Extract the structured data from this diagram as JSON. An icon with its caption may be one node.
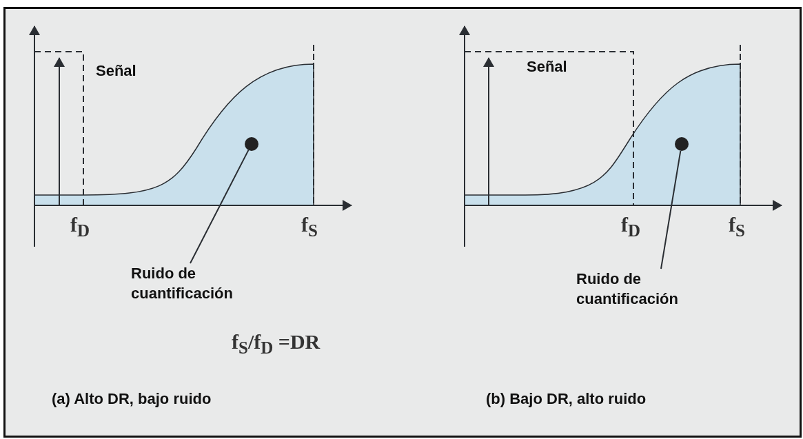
{
  "diagram": {
    "nodes": [
      {
        "text": [
          "Ruido de cuantificación"
        ]
      },
      {
        "text": [],
        "shape": "circle"
      },
      {
        "text": [
          "Ruido de cuantificación"
        ]
      },
      {
        "text": [],
        "shape": "circle"
      }
    ],
    "edges": [
      {
        "from": 0,
        "to": 1,
        "arrow": "none"
      },
      {
        "from": 2,
        "to": 3,
        "arrow": "none"
      }
    ],
    "labels": [
      "Señal",
      "f$_{D}$",
      "f$_{S}$",
      "Señal",
      "f$_{D}$",
      "f$_{S}$",
      "f$_{S}$/f$_{D}$ =DR",
      "(a) Alto DR, bajo ruido",
      "(b) Bajo DR, alto ruido"
    ]
  }
}
